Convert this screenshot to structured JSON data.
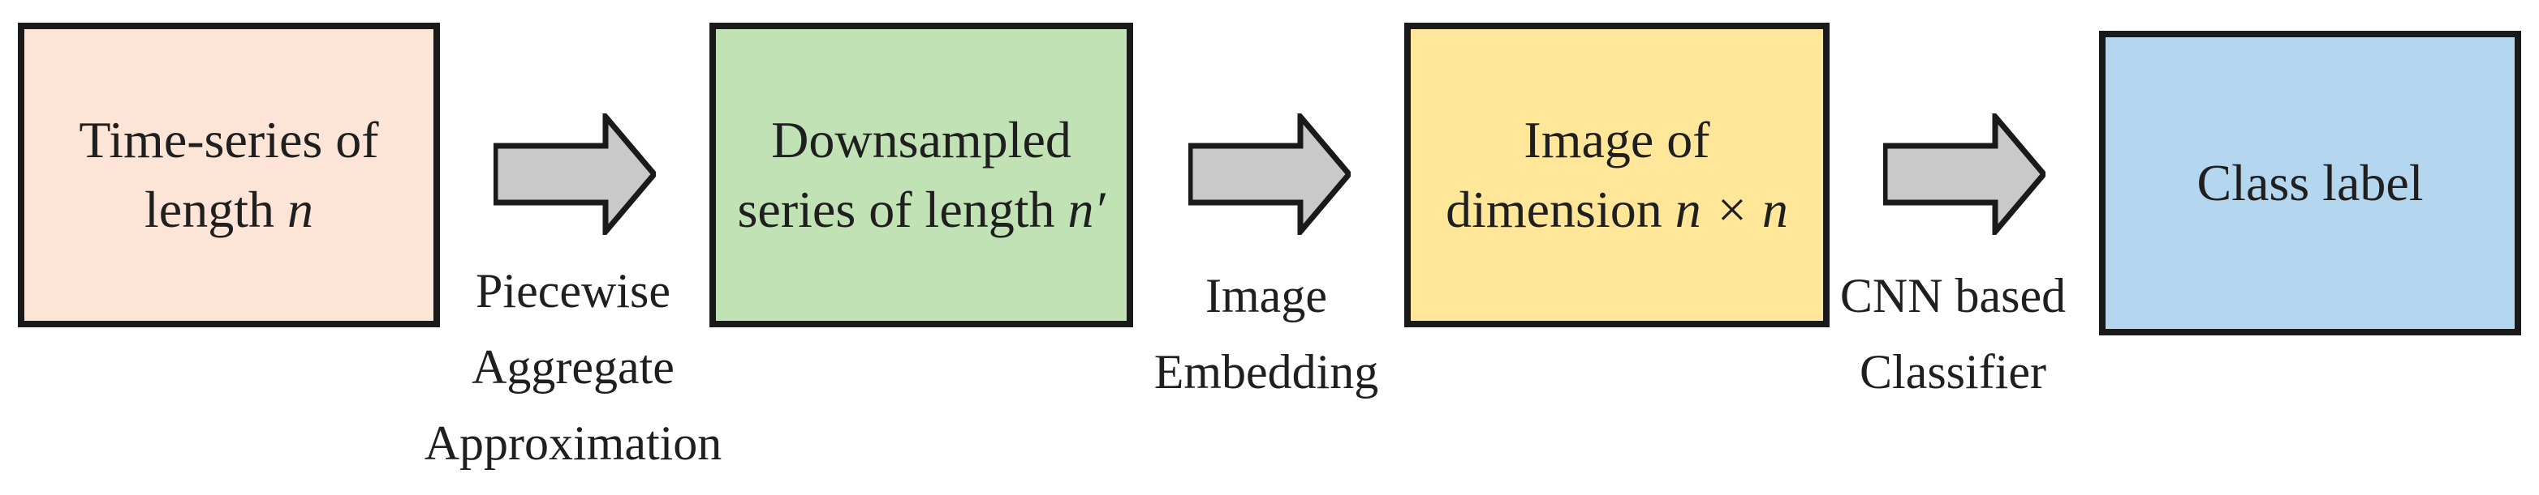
{
  "boxes": [
    {
      "lines": [
        {
          "text": "Time-series of",
          "var": ""
        },
        {
          "text": "length ",
          "var": "n"
        }
      ],
      "fill": "#fce4d6"
    },
    {
      "lines": [
        {
          "text": "Downsampled",
          "var": ""
        },
        {
          "text": "series of length ",
          "var": "n′"
        }
      ],
      "fill": "#c1e2b4"
    },
    {
      "lines": [
        {
          "text": "Image of",
          "var": ""
        },
        {
          "text": "dimension ",
          "var": "n × n"
        }
      ],
      "fill": "#ffe699"
    },
    {
      "lines": [
        {
          "text": "Class label",
          "var": ""
        }
      ],
      "fill": "#b4d6ee"
    }
  ],
  "steps": [
    {
      "lines": [
        "Piecewise",
        "Aggregate",
        "Approximation"
      ]
    },
    {
      "lines": [
        "Image",
        "Embedding"
      ]
    },
    {
      "lines": [
        "CNN based",
        "Classifier"
      ]
    }
  ],
  "colors": {
    "border": "#1a1a1a",
    "arrow_fill": "#c9c9c9",
    "arrow_stroke": "#1a1a1a"
  }
}
